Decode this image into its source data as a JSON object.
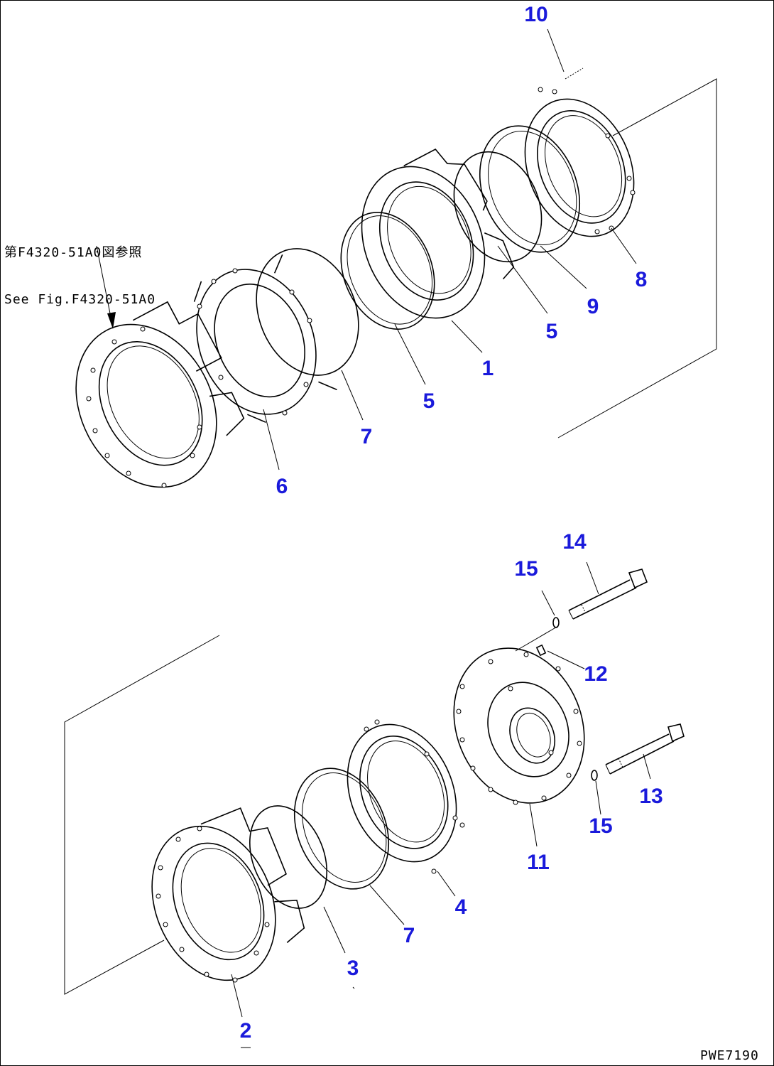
{
  "reference_note": {
    "line1": "第F4320-51A0図参照",
    "line2": "See Fig.F4320-51A0"
  },
  "drawing_code": "PWE7190",
  "callout_color": "#1a1adb",
  "callouts": {
    "c1": "1",
    "c2": "2",
    "c3": "3",
    "c4": "4",
    "c5a": "5",
    "c5b": "5",
    "c6": "6",
    "c7a": "7",
    "c7b": "7",
    "c8": "8",
    "c9": "9",
    "c10": "10",
    "c11": "11",
    "c12": "12",
    "c13": "13",
    "c14": "14",
    "c15a": "15",
    "c15b": "15"
  }
}
